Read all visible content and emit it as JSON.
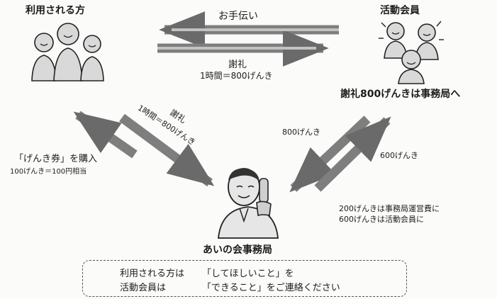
{
  "nodes": {
    "users": {
      "label": "利用される方"
    },
    "members": {
      "label": "活動会員"
    },
    "office": {
      "label": "あいの会事務局"
    }
  },
  "flows": {
    "help": {
      "label": "お手伝い"
    },
    "thanks_top": {
      "label": "謝礼",
      "rate": "1時間＝800げんき"
    },
    "thanks_to_office": {
      "label": "謝礼800げんきは事務局へ"
    },
    "thanks_diagonal": {
      "label": "謝礼",
      "rate": "1時間＝800げんき"
    },
    "purchase": {
      "label": "「げんき券」を購入",
      "rate": "100げんき＝100円相当"
    },
    "to_office": {
      "label": "800げんき"
    },
    "to_member": {
      "label": "600げんき"
    },
    "split": {
      "line1": "200げんきは事務局運営費に",
      "line2": "600げんきは活動会員に"
    }
  },
  "notice": {
    "line1_role": "利用される方は",
    "line1_text": "「してほしいこと」を",
    "line2_role": "活動会員は",
    "line2_text": "「できること」をご連絡ください"
  },
  "colors": {
    "arrow_fill": "#9a9a9a",
    "arrow_stroke": "#2b2b2b",
    "text": "#1c1c1c",
    "background": "#fbfbf9"
  }
}
